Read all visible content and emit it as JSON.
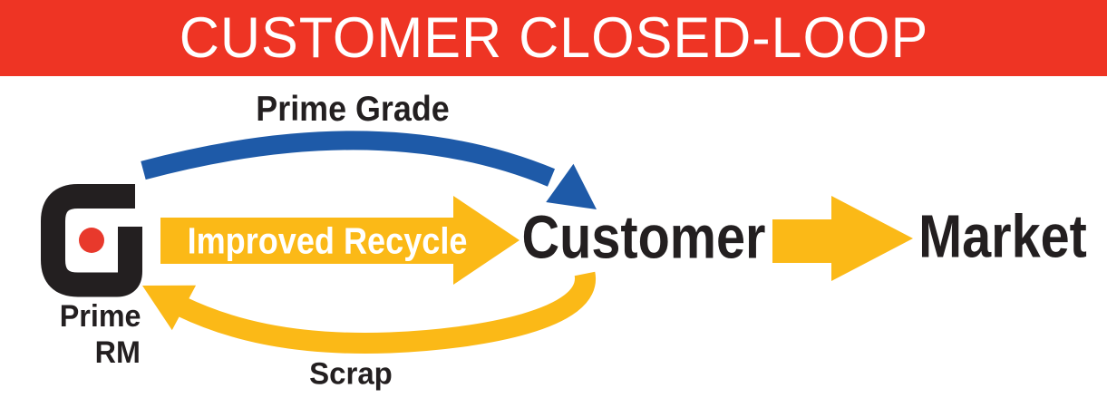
{
  "header": {
    "title": "CUSTOMER CLOSED-LOOP",
    "bg_color": "#EE3424",
    "text_color": "#FFFFFF"
  },
  "diagram": {
    "nodes": {
      "prime_rm": {
        "label_line1": "Prime",
        "label_line2": "RM",
        "icon": "g-logo-with-red-dot"
      },
      "customer": {
        "label": "Customer"
      },
      "market": {
        "label": "Market"
      }
    },
    "flows": [
      {
        "id": "prime-grade",
        "label": "Prime Grade",
        "from": "Prime RM",
        "to": "Customer",
        "color": "#1E5AA8",
        "style": "curved-top-arc"
      },
      {
        "id": "improved-recycle",
        "label": "Improved Recycle",
        "from": "Prime RM",
        "to": "Customer",
        "color": "#FBB917",
        "style": "straight-block-arrow",
        "label_color": "#FFFFFF"
      },
      {
        "id": "scrap",
        "label": "Scrap",
        "from": "Customer",
        "to": "Prime RM",
        "color": "#FBB917",
        "style": "curved-bottom-arc"
      },
      {
        "id": "customer-to-market",
        "label": "",
        "from": "Customer",
        "to": "Market",
        "color": "#FBB917",
        "style": "straight-block-arrow"
      }
    ],
    "colors": {
      "blue": "#1E5AA8",
      "yellow": "#FBB917",
      "red_banner": "#EE3424",
      "text_black": "#231F20",
      "logo_black": "#231F20",
      "logo_dot_red": "#E8392C"
    }
  }
}
